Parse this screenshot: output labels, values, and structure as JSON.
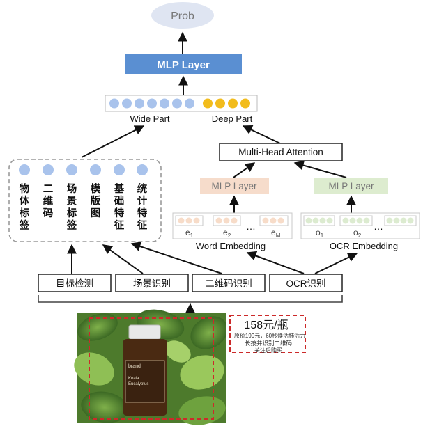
{
  "prob": "Prob",
  "mlp_top": "MLP Layer",
  "wide_part": "Wide Part",
  "deep_part": "Deep Part",
  "attention": "Multi-Head Attention",
  "word_mlp": "MLP Layer",
  "ocr_mlp": "MLP Layer",
  "word_embedding": "Word Embedding",
  "ocr_embedding": "OCR Embedding",
  "features": [
    "物体标签",
    "二维码",
    "场景标签",
    "模版图",
    "基础特征",
    "统计特征"
  ],
  "sub": {
    "e": "e",
    "o": "o",
    "one": "1",
    "two": "2",
    "M": "M",
    "dots": "…"
  },
  "detectors": [
    "目标检测",
    "场景识别",
    "二维码识别",
    "OCR识别"
  ],
  "product": {
    "price": "158元/瓶",
    "line1": "原价199元，60秒焕活肺活力",
    "line2": "长按并识别二维码",
    "line3": "关注后购买",
    "brand": "brand",
    "name1": "Koala",
    "name2": "Eucalyptus"
  },
  "colors": {
    "prob_fill": "#dfe5f2",
    "mlp_top_fill": "#5a8fd2",
    "word_mlp_fill": "#f6dccb",
    "ocr_mlp_fill": "#ddeccf",
    "wide_dot": "#a9c3ec",
    "deep_dot": "#f2bc1c",
    "word_dot": "#f7dcc9",
    "ocr_dot": "#dcebd0",
    "frame_red": "#cc2a2a"
  }
}
